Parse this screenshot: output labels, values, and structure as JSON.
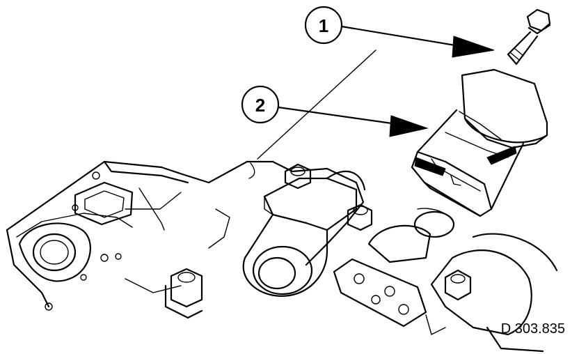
{
  "callouts": [
    {
      "label": "1"
    },
    {
      "label": "2"
    }
  ],
  "reference_code": "D.303.835"
}
